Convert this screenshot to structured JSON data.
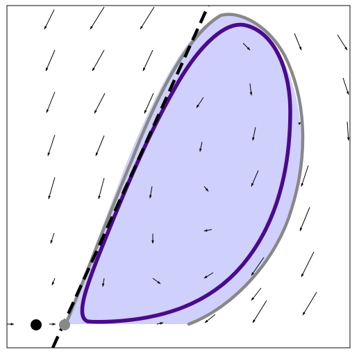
{
  "diagram": {
    "type": "phase-portrait",
    "colors": {
      "background": "#ffffff",
      "frame": "#333333",
      "region_fill": "#cfd0fb",
      "outer_boundary": "#888888",
      "limit_cycle": "#4b0a8c",
      "separatrix": "#000000",
      "vector_arrows": "#000000",
      "stable_point": "#000000",
      "saddle_point": "#888888"
    },
    "elements": [
      "vector-field",
      "basin-region",
      "outer-boundary-orbit",
      "limit-cycle",
      "separatrix-line",
      "stable-equilibrium",
      "saddle-equilibrium"
    ]
  }
}
